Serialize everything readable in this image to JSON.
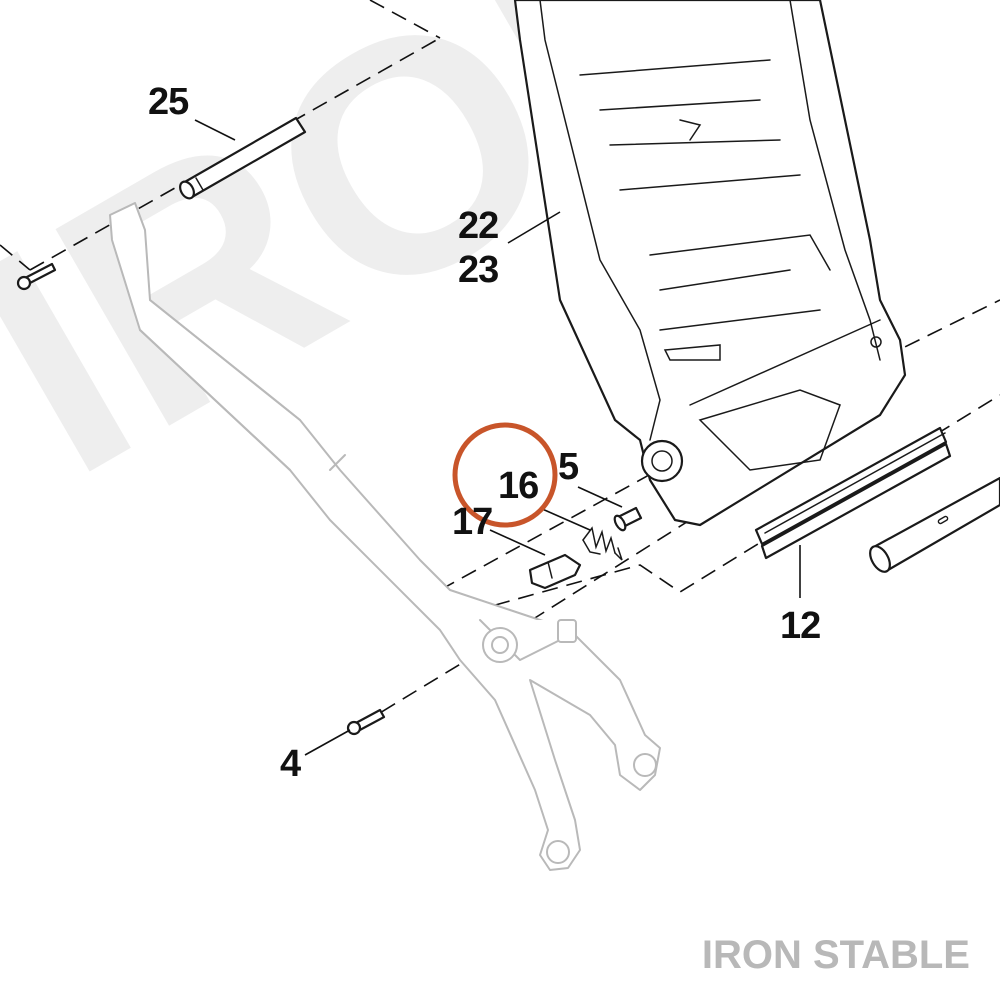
{
  "diagram": {
    "watermark_text": "IRON",
    "brand_label": "IRON STABLE",
    "callouts": {
      "c25": "25",
      "c22": "22",
      "c23": "23",
      "c16": "16",
      "c5": "5",
      "c17": "17",
      "c12": "12",
      "c4": "4"
    },
    "highlight_color": "#c8552a",
    "brand_color": "#b8b8b8"
  }
}
